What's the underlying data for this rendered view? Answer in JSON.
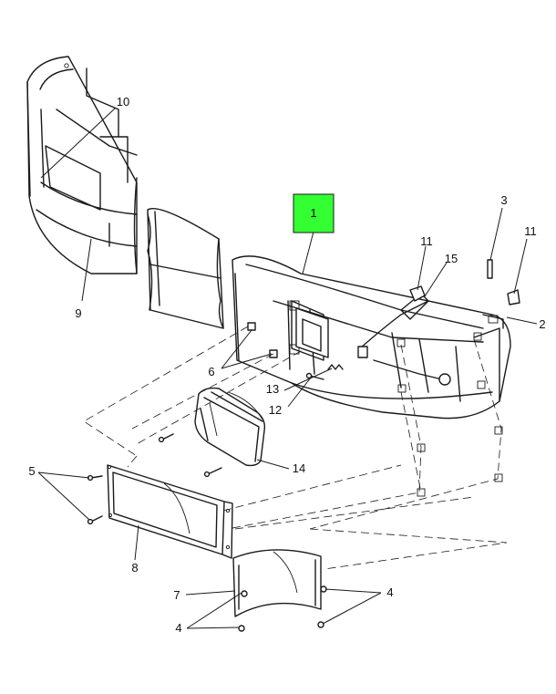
{
  "highlight_color": "#33ff33",
  "callouts": {
    "c1": "1",
    "c2": "2",
    "c3": "3",
    "c4a": "4",
    "c4b": "4",
    "c5": "5",
    "c6": "6",
    "c7": "7",
    "c8": "8",
    "c9": "9",
    "c10": "10",
    "c11a": "11",
    "c11b": "11",
    "c12": "12",
    "c13": "13",
    "c14": "14",
    "c15": "15"
  }
}
